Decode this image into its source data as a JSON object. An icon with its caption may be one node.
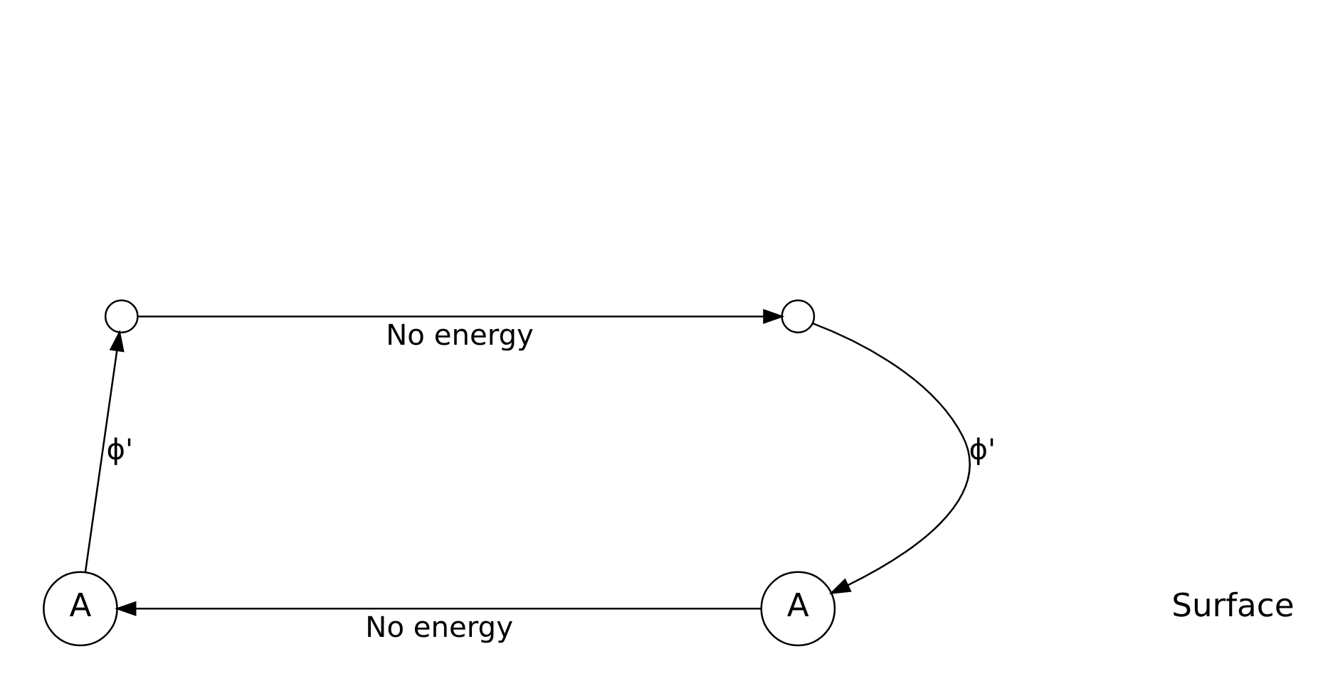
{
  "diagram": {
    "nodes": [
      {
        "text": [],
        "shape": "circle"
      },
      {
        "text": [],
        "shape": "circle"
      },
      {
        "text": [
          "A"
        ]
      },
      {
        "text": [
          "A"
        ]
      }
    ],
    "edges": [
      {
        "from": 0,
        "to": 1,
        "arrow": "to",
        "label": "No energy"
      },
      {
        "from": 2,
        "to": 0,
        "arrow": "to",
        "label": "ϕ'"
      },
      {
        "from": 1,
        "to": 3,
        "arrow": "to",
        "label": "ϕ'"
      },
      {
        "from": 3,
        "to": 2,
        "arrow": "to",
        "label": "No energy"
      }
    ],
    "labels": [
      "Surface"
    ]
  }
}
